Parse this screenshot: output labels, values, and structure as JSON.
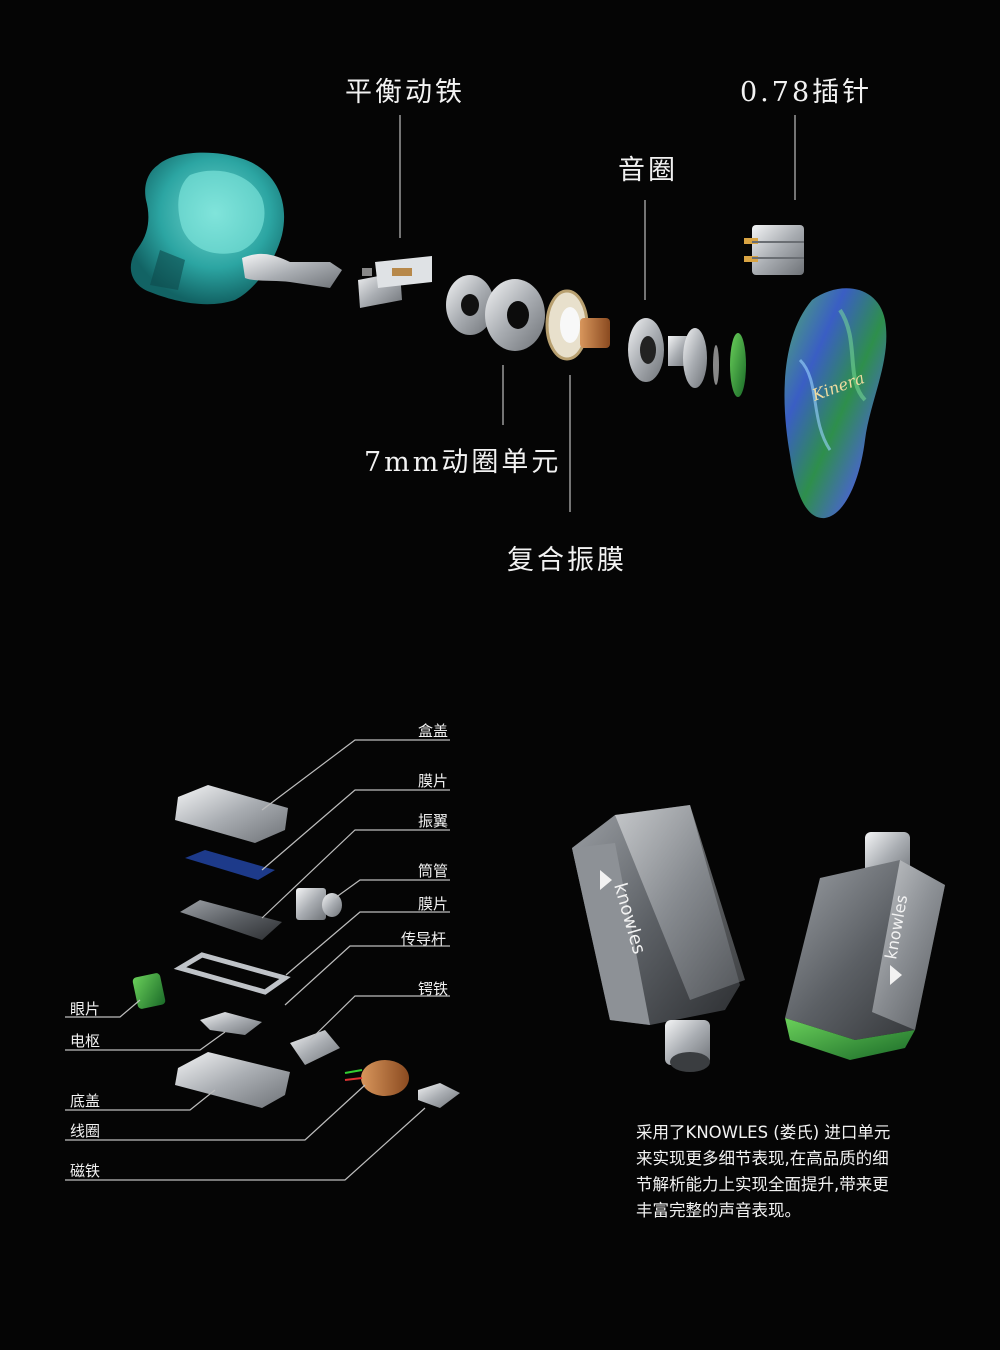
{
  "exploded_view": {
    "labels": {
      "balanced_armature": "平衡动铁",
      "pin": "0.78插针",
      "voice_coil": "音圈",
      "dynamic_unit": "7mm动圈单元",
      "composite_diaphragm": "复合振膜"
    },
    "faceplate_logo": "Kinera"
  },
  "armature_diagram": {
    "labels": {
      "box_cover": "盒盖",
      "diaphragm_1": "膜片",
      "vibrating_wing": "振翼",
      "tube": "筒管",
      "diaphragm_2": "膜片",
      "drive_rod": "传导杆",
      "yoke": "锷铁",
      "eyelet": "眼片",
      "armature": "电枢",
      "bottom_cover": "底盖",
      "coil": "线圈",
      "magnet": "磁铁"
    }
  },
  "knowles": {
    "logo_text": "knowles",
    "caption_lines": [
      "采用了KNOWLES (娄氏) 进口单元",
      "来实现更多细节表现,在高品质的细",
      "节解析能力上实现全面提升,带来更",
      "丰富完整的声音表现。"
    ]
  },
  "colors": {
    "background": "#050505",
    "shell_teal": "#2fb3b0",
    "metal": "#c9ccd0",
    "copper": "#b0632f",
    "abalone_green": "#3f9a55",
    "abalone_blue": "#3a5ec4",
    "diaphragm_blue": "#1d3a8a"
  }
}
